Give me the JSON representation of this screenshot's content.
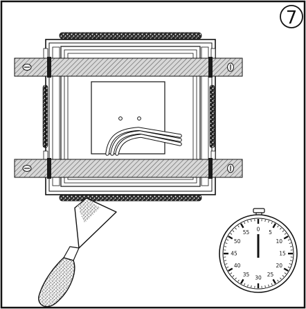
{
  "step": {
    "number": "7"
  },
  "icons": {
    "screw": "screw-icon",
    "scraper": "putty-knife-icon",
    "timer": "stopwatch-icon"
  },
  "stopwatch": {
    "numbers": [
      "0",
      "5",
      "10",
      "15",
      "20",
      "25",
      "30",
      "35",
      "40",
      "45",
      "50",
      "55"
    ]
  },
  "colors": {
    "outline": "#111111",
    "strap_fill": "#c8c8c8",
    "background": "#ffffff"
  }
}
